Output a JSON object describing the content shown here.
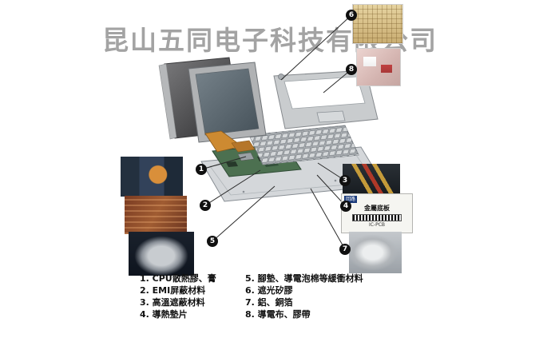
{
  "company_watermark": "昆山五同电子科技有限公司",
  "callouts": [
    "1",
    "2",
    "3",
    "4",
    "5",
    "6",
    "7",
    "8"
  ],
  "inset_diagram": {
    "tag": "回路",
    "line1": "金屬底板",
    "line2": "IC-PCB"
  },
  "legend": {
    "left": [
      "1. CPU散熱膠、膏",
      "2. EMI屏蔽材料",
      "3. 高溫遮蔽材料",
      "4. 導熱墊片"
    ],
    "right": [
      "5. 腳墊、導電泡棉等緩衝材料",
      "6. 遮光矽膠",
      "7. 鋁、銅箔",
      "8. 導電布、膠帶"
    ]
  },
  "colors": {
    "pcb_green": "#4c7050",
    "flex_orange": "#cd8a31",
    "case_gray": "#d4d7da",
    "badge_black": "#101010"
  }
}
